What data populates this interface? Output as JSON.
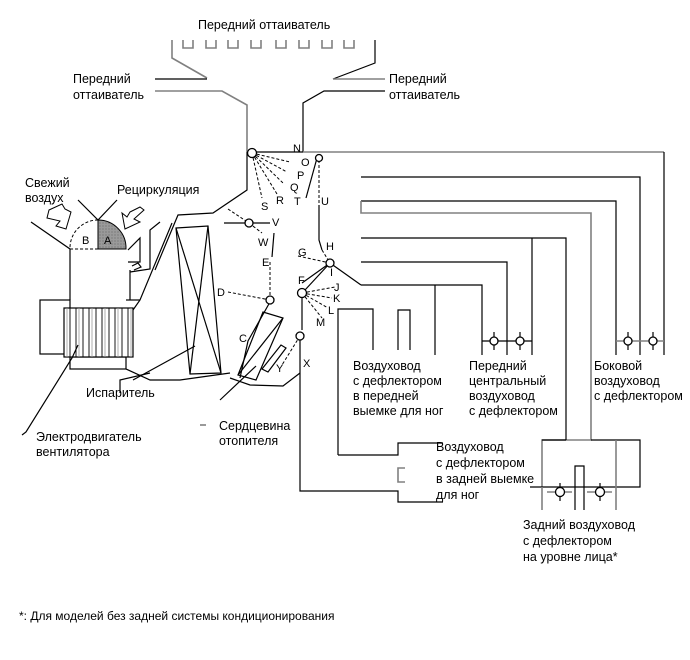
{
  "title": "Передний оттаиватель",
  "labels": {
    "front_defroster_top": "Передний оттаиватель",
    "front_defroster_left": [
      "Передний",
      "оттаиватель"
    ],
    "front_defroster_right": [
      "Передний",
      "оттаиватель"
    ],
    "fresh_air": [
      "Свежий",
      "воздух"
    ],
    "recirculation": "Рециркуляция",
    "evaporator": "Испаритель",
    "blower_motor": [
      "Электродвигатель",
      "вентилятора"
    ],
    "heater_core": [
      "Сердцевина",
      "отопителя"
    ],
    "front_foot_duct": [
      "Воздуховод",
      "с дефлектором",
      "в передней",
      "выемке для ног"
    ],
    "front_center_duct": [
      "Передний",
      "центральный",
      "воздуховод",
      "с дефлектором"
    ],
    "side_duct": [
      "Боковой",
      "воздуховод",
      "с дефлектором"
    ],
    "rear_foot_duct": [
      "Воздуховод",
      "с дефлектором",
      "в задней выемке",
      "для ног"
    ],
    "rear_face_duct": [
      "Задний воздуховод",
      "с дефлектором",
      "на уровне лица*"
    ]
  },
  "damper_letters": {
    "A": "A",
    "B": "B",
    "C": "C",
    "D": "D",
    "E": "E",
    "F": "F",
    "G": "G",
    "H": "H",
    "I": "I",
    "J": "J",
    "K": "K",
    "L": "L",
    "M": "M",
    "N": "N",
    "O": "O",
    "P": "P",
    "Q": "Q",
    "R": "R",
    "S": "S",
    "T": "T",
    "U": "U",
    "V": "V",
    "W": "W",
    "X": "X",
    "Y": "Y"
  },
  "footnote": "*: Для моделей без задней системы кондиционирования"
}
